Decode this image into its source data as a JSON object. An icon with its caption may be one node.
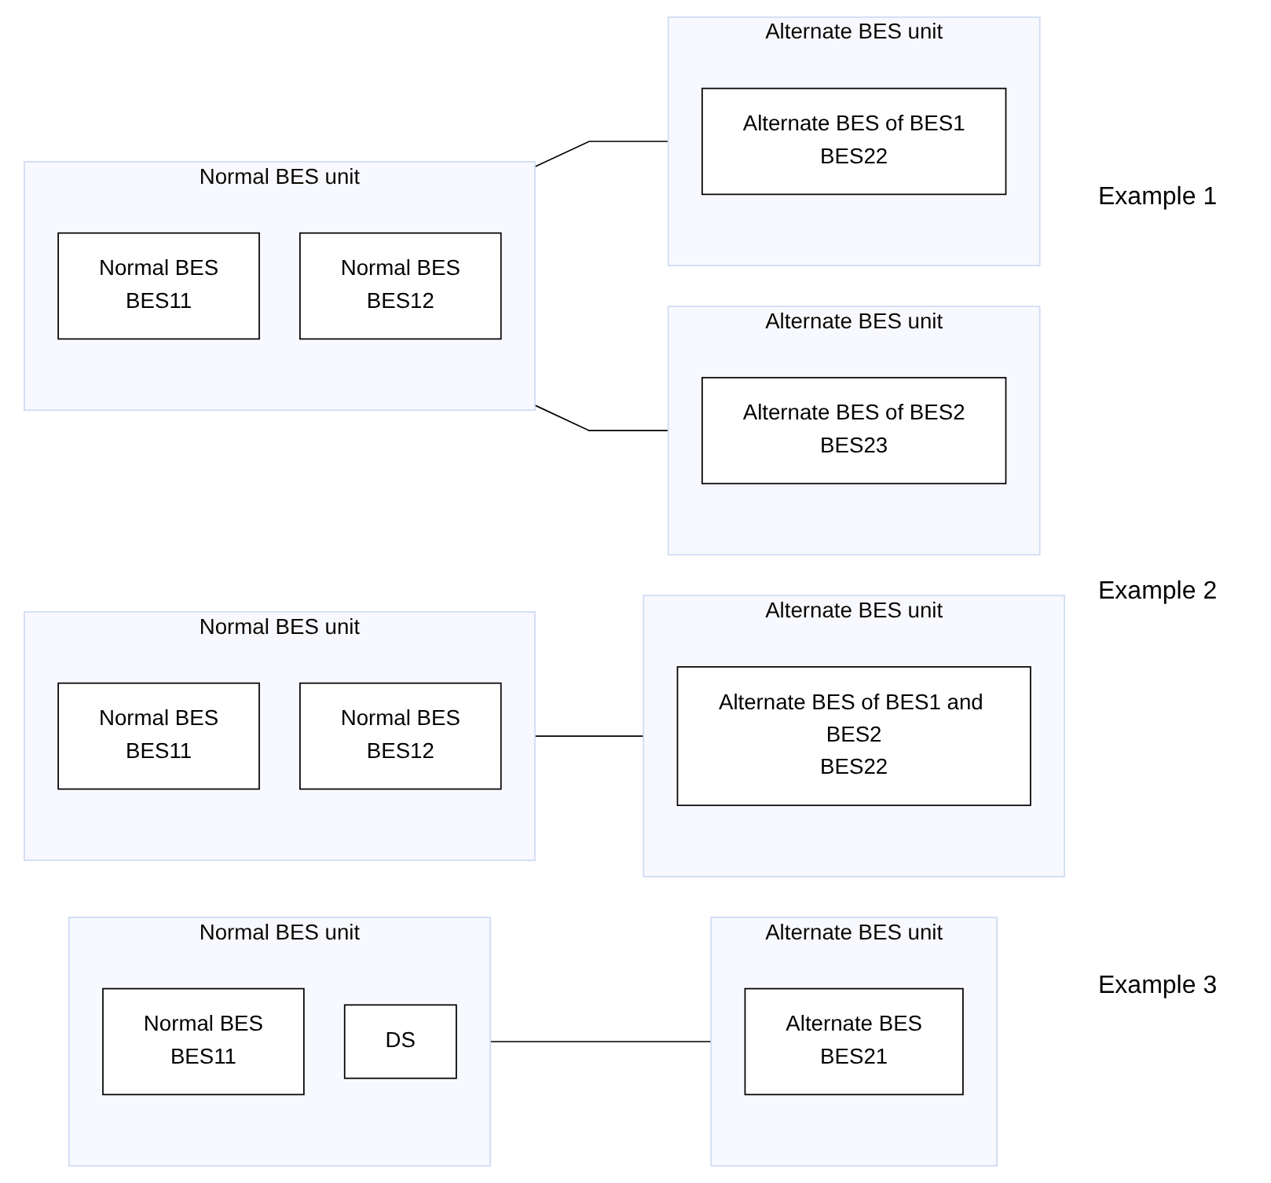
{
  "diagram": {
    "nodes": [
      {
        "text": [
          "Normal BES unit"
        ]
      },
      {
        "text": [
          "Normal BES",
          "BES11"
        ],
        "in": 0
      },
      {
        "text": [
          "DS"
        ],
        "in": 0
      },
      {
        "text": [
          "Alternate BES unit"
        ]
      },
      {
        "text": [
          "Alternate BES",
          "BES21"
        ],
        "in": 3
      },
      {
        "text": [
          "Normal BES unit"
        ]
      },
      {
        "text": [
          "Normal BES",
          "BES11"
        ],
        "in": 5
      },
      {
        "text": [
          "Normal BES",
          "BES12"
        ],
        "in": 5
      },
      {
        "text": [
          "Alternate BES unit"
        ]
      },
      {
        "text": [
          "Alternate BES of BES1 and BES2",
          "BES22"
        ],
        "in": 8
      },
      {
        "text": [
          "Normal BES unit"
        ]
      },
      {
        "text": [
          "Normal BES",
          "BES11"
        ],
        "in": 10
      },
      {
        "text": [
          "Normal BES",
          "BES12"
        ],
        "in": 10
      },
      {
        "text": [
          "Alternate BES unit"
        ]
      },
      {
        "text": [
          "Alternate BES of BES1",
          "BES22"
        ],
        "in": 13
      },
      {
        "text": [
          "Alternate BES unit"
        ]
      },
      {
        "text": [
          "Alternate BES of BES2",
          "BES23"
        ],
        "in": 15
      }
    ],
    "edges": [
      {
        "from": 0,
        "to": 3,
        "arrow": "none"
      },
      {
        "from": 5,
        "to": 8,
        "arrow": "none"
      },
      {
        "from": 10,
        "to": 13,
        "arrow": "none"
      },
      {
        "from": 10,
        "to": 15,
        "arrow": "none"
      }
    ],
    "labels": [
      "Example 1",
      "Example 2",
      "Example 3"
    ]
  }
}
